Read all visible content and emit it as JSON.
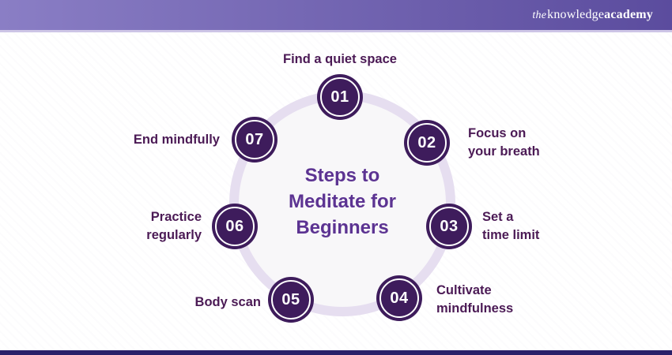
{
  "header": {
    "logo": {
      "prefix": "the",
      "part1": "knowledge",
      "part2": "academy"
    }
  },
  "diagram": {
    "title": "Steps to Meditate for Beginners",
    "title_multiline": "Steps to\nMeditate for\nBeginners",
    "steps": [
      {
        "number": "01",
        "label": "Find a quiet space"
      },
      {
        "number": "02",
        "label": "Focus on\nyour breath"
      },
      {
        "number": "03",
        "label": "Set a\ntime limit"
      },
      {
        "number": "04",
        "label": "Cultivate\nmindfulness"
      },
      {
        "number": "05",
        "label": "Body scan"
      },
      {
        "number": "06",
        "label": "Practice\nregularly"
      },
      {
        "number": "07",
        "label": "End mindfully"
      }
    ]
  },
  "colors": {
    "accent_dark": "#3E1C5C",
    "number_text": "#FFFFFF",
    "label_text": "#4B1A55",
    "title_text": "#5C3392",
    "ring_stroke": "#E6DEF0",
    "ring_fill": "#F8F7F9",
    "header_gradient_left": "#8A7EC5",
    "header_gradient_right": "#5B4C9E",
    "header_accent_line": "#CDC5E6",
    "footer_bar": "#292069",
    "logo_text": "#FFFFFF"
  }
}
